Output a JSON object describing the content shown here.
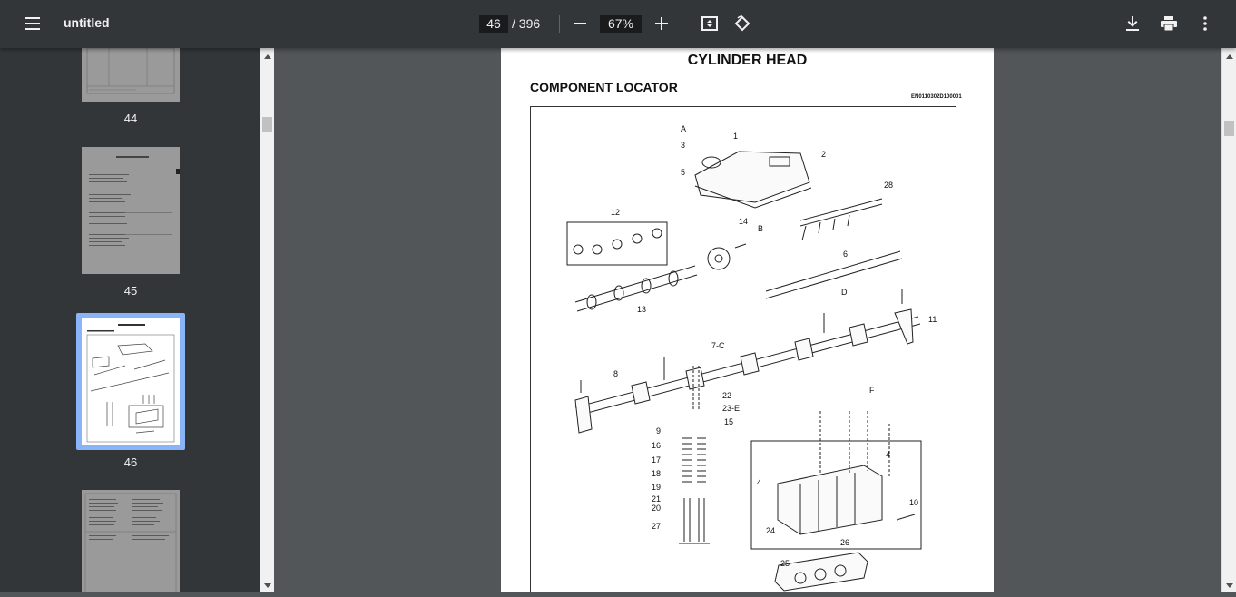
{
  "toolbar": {
    "title": "untitled",
    "current_page": "46",
    "total_pages": "/ 396",
    "zoom": "67%",
    "icons": [
      "menu-icon",
      "zoom-out-icon",
      "zoom-in-icon",
      "fit-page-icon",
      "rotate-icon",
      "download-icon",
      "print-icon",
      "more-icon"
    ]
  },
  "sidebar": {
    "thumbnails": [
      {
        "label": "44"
      },
      {
        "label": "45"
      },
      {
        "label": "46",
        "selected": true
      },
      {
        "label": ""
      }
    ]
  },
  "page": {
    "title": "CYLINDER HEAD",
    "subtitle": "COMPONENT LOCATOR",
    "code": "EN0110302D100001",
    "callouts": [
      "A",
      "1",
      "3",
      "2",
      "5",
      "28",
      "12",
      "14",
      "B",
      "6",
      "13",
      "D",
      "11",
      "7-C",
      "8",
      "22",
      "23-E",
      "15",
      "9",
      "16",
      "17",
      "18",
      "19",
      "21",
      "20",
      "27",
      "F",
      "4",
      "4",
      "10",
      "24",
      "26",
      "25"
    ]
  },
  "colors": {
    "toolbar_bg": "#323639",
    "viewer_bg": "#525659",
    "selection": "#8ab4f8"
  }
}
